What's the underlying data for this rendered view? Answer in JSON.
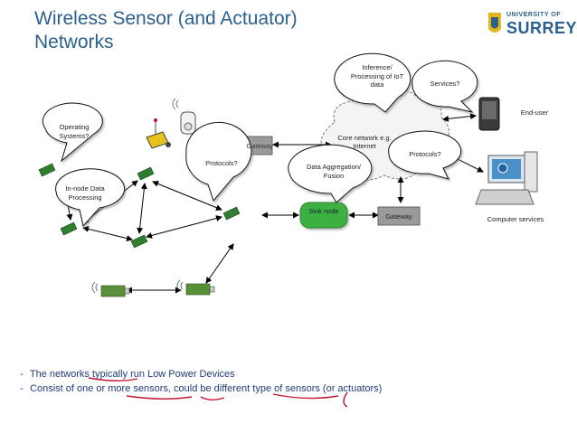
{
  "slide": {
    "title_line1": "Wireless Sensor (and Actuator)",
    "title_line2": "Networks",
    "logo": {
      "line1": "UNIVERSITY OF",
      "line2": "SURREY"
    }
  },
  "diagram": {
    "bubbles": {
      "operating_systems": "Operating Systems?",
      "in_node": "In-node Data Processing",
      "protocols_left": "Protocols?",
      "inference": "Inference/ Processing of IoT data",
      "services": "Services?",
      "data_aggregation": "Data Aggregation/ Fusion",
      "protocols_right": "Protocols?"
    },
    "labels": {
      "core_network": "Core network e.g. Internet",
      "gateway_left": "Gateway",
      "sink_node": "Sink node",
      "gateway_right": "Gateway",
      "end_user": "End-user",
      "computer_services": "Computer services"
    }
  },
  "bullets": [
    "The networks typically run Low Power Devices",
    "Consist of one or more sensors, could be different type of sensors (or actuators)"
  ],
  "colors": {
    "title": "#2b5f8c",
    "bullet_text": "#1f3b7a",
    "annotation": "#c4122f",
    "sink_node": "#3cb043",
    "gateway": "#9a9a9a"
  }
}
